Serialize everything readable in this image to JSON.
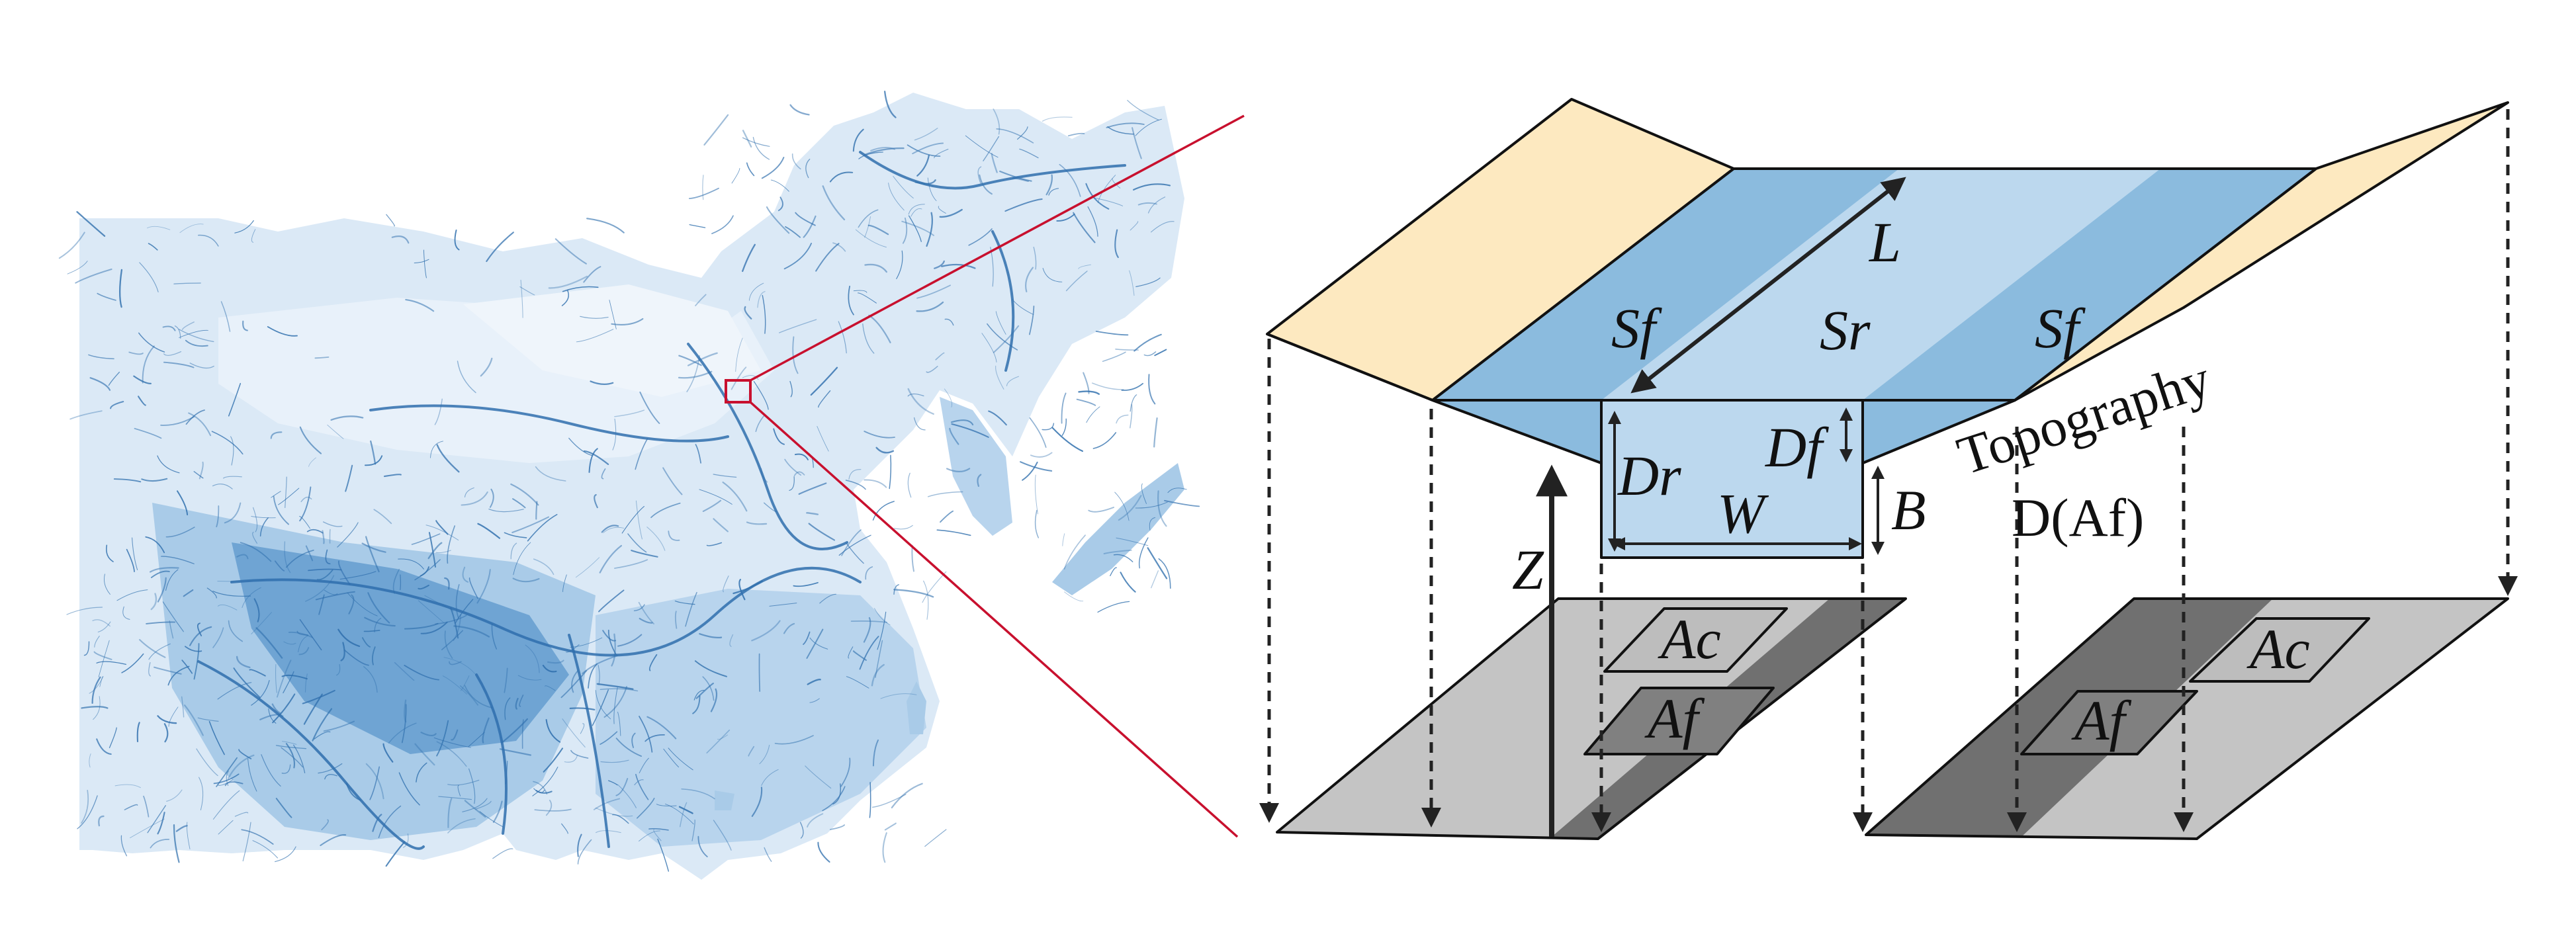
{
  "labels": {
    "length": "L",
    "floodplain_slope_left": "Sf",
    "river_slope": "Sr",
    "floodplain_slope_right": "Sf",
    "river_depth": "Dr",
    "floodplain_depth": "Df",
    "width": "W",
    "bank": "B",
    "elevation": "Z",
    "topography_word": "Topography",
    "topography_func": "D(Af)",
    "channel_area_left": "Ac",
    "floodplain_area_left": "Af",
    "channel_area_right": "Ac",
    "floodplain_area_right": "Af"
  },
  "colors": {
    "sand": "#fde9c0",
    "water_dark": "#8bbbde",
    "water_light": "#bcd8ee",
    "plane_light": "#c4c4c4",
    "plane_dark": "#707070",
    "zoom_line": "#c8102e",
    "line": "#111111",
    "river_network": "#2f6fad",
    "land_base": "#dbe9f6"
  },
  "icons": {
    "map": "river-network-map-east-asia",
    "arrows": "dashed-projection-arrow"
  }
}
